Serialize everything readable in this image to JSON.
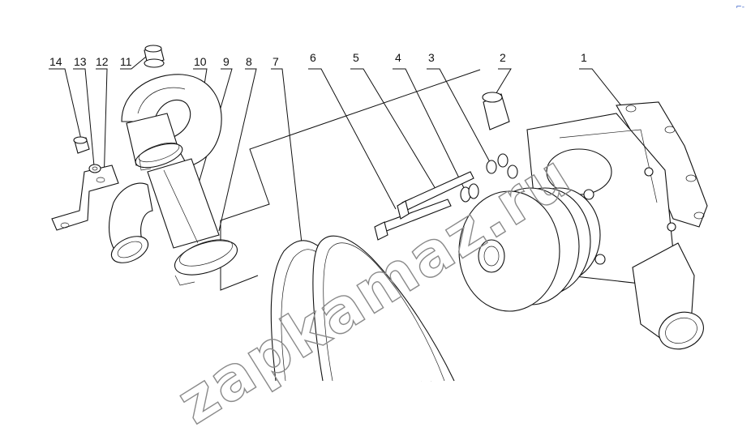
{
  "callouts": [
    {
      "id": "14",
      "label": "14"
    },
    {
      "id": "13",
      "label": "13"
    },
    {
      "id": "12",
      "label": "12"
    },
    {
      "id": "11",
      "label": "11"
    },
    {
      "id": "10",
      "label": "10"
    },
    {
      "id": "9",
      "label": "9"
    },
    {
      "id": "8",
      "label": "8"
    },
    {
      "id": "7",
      "label": "7"
    },
    {
      "id": "6",
      "label": "6"
    },
    {
      "id": "5",
      "label": "5"
    },
    {
      "id": "4",
      "label": "4"
    },
    {
      "id": "3",
      "label": "3"
    },
    {
      "id": "2",
      "label": "2"
    },
    {
      "id": "1",
      "label": "1"
    }
  ],
  "watermark": "zapkamaz.ru",
  "corner_mark": "⌐-"
}
